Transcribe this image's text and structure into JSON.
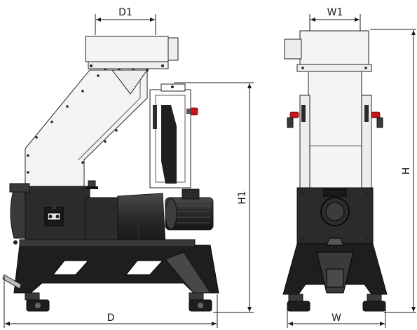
{
  "labels": {
    "d1": "D1",
    "w1": "W1",
    "h1": "H1",
    "h": "H",
    "d": "D",
    "w": "W"
  }
}
